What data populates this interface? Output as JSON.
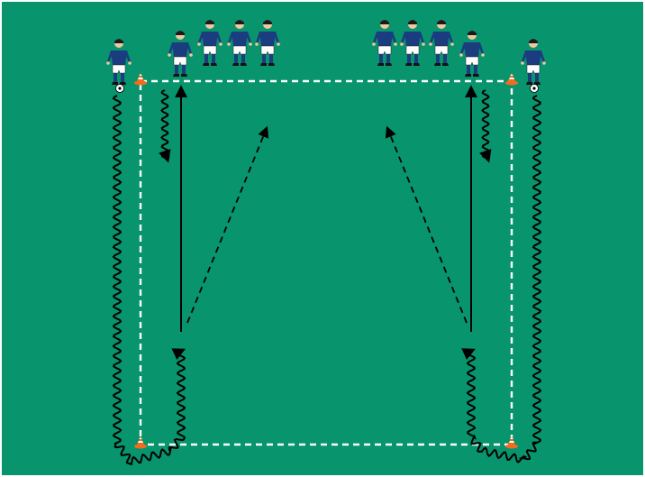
{
  "diagram": {
    "colors": {
      "pitch": "#08946c",
      "pitch_border": "#ffffff",
      "boundary_line": "#ffffff",
      "run_line": "#000000",
      "player_shirt": "#1b3d80",
      "player_shorts": "#ffffff",
      "player_skin": "#f0c8a0",
      "player_hair": "#1a1a1a",
      "cone_orange": "#f36b1e",
      "cone_white": "#ffffff",
      "ball": "#ffffff"
    },
    "elements": {
      "cone": "training-cone-icon",
      "ball": "football-icon",
      "player": "player-figure-icon",
      "dribble": "wavy-dribble-path",
      "sprint": "solid-run-arrow",
      "pass": "dashed-pass-arrow"
    }
  }
}
